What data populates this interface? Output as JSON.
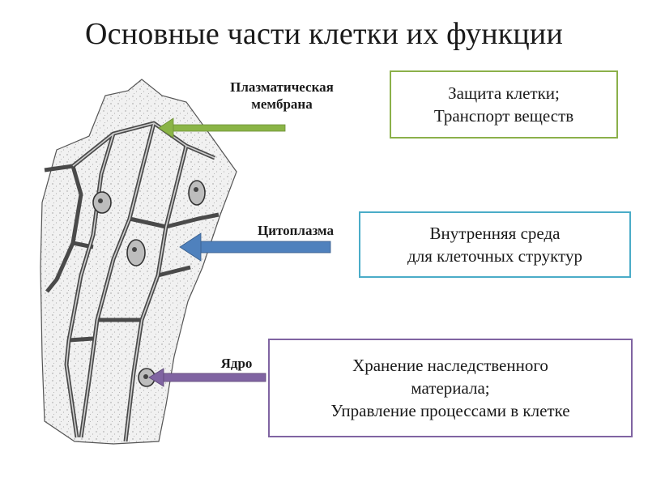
{
  "title": "Основные части клетки их функции",
  "labels": {
    "membrane": [
      "Плазматическая",
      "мембрана"
    ],
    "cytoplasm": "Цитоплазма",
    "nucleus": "Ядро"
  },
  "boxes": {
    "membrane_function": [
      "Защита клетки;",
      "Транспорт веществ"
    ],
    "cytoplasm_function": [
      "Внутренняя среда",
      "для клеточных структур"
    ],
    "nucleus_function": [
      "Хранение наследственного",
      "материала;",
      "Управление процессами в клетке"
    ]
  },
  "colors": {
    "membrane_arrow": "#8ab446",
    "cytoplasm_arrow": "#4f81bd",
    "nucleus_arrow": "#8064a2",
    "membrane_box_border": "#8bb04a",
    "cytoplasm_box_border": "#4aacc8",
    "nucleus_box_border": "#8064a2"
  }
}
